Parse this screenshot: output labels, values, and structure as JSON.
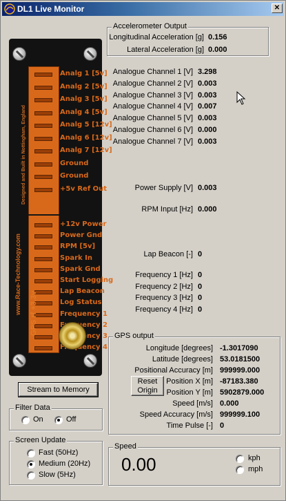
{
  "window": {
    "title": "DL1 Live Monitor",
    "close_label": "✕"
  },
  "board": {
    "pin_labels": [
      "Analg 1 [5v]",
      "Analg 2 [5v]",
      "Analg 3 [5v]",
      "Analg 4 [5v]",
      "Analg 5 [12v]",
      "Analg 6 [12v]",
      "Analg 7 [12v]",
      "Ground",
      "Ground",
      "+5v Ref Out",
      "+12v Power",
      "Power Gnd",
      "RPM [5v]",
      "Spark In",
      "Spark Gnd",
      "Start Logging",
      "Lap Beacon",
      "Log Status",
      "Frequency 1",
      "Frequency 2",
      "Frequency 3",
      "Frequency 4"
    ],
    "vertical_text_1": "www.Race-Technology.com",
    "vertical_text_2": "Designed and Built in Nottingham, England",
    "gps_label": "GPS rf +3.3v"
  },
  "accelerometer": {
    "legend": "Accelerometer Output",
    "longitudinal_label": "Longitudinal Acceleration [g]",
    "longitudinal_value": "0.156",
    "lateral_label": "Lateral Acceleration [g]",
    "lateral_value": "0.000"
  },
  "analogue": [
    {
      "label": "Analogue Channel 1 [V]",
      "value": "3.298"
    },
    {
      "label": "Analogue Channel 2 [V]",
      "value": "0.003"
    },
    {
      "label": "Analogue Channel 3 [V]",
      "value": "0.003"
    },
    {
      "label": "Analogue Channel 4 [V]",
      "value": "0.007"
    },
    {
      "label": "Analogue Channel 5 [V]",
      "value": "0.003"
    },
    {
      "label": "Analogue Channel 6 [V]",
      "value": "0.000"
    },
    {
      "label": "Analogue Channel 7 [V]",
      "value": "0.003"
    }
  ],
  "power_supply": {
    "label": "Power Supply [V]",
    "value": "0.003"
  },
  "rpm": {
    "label": "RPM Input [Hz]",
    "value": "0.000"
  },
  "lap_beacon": {
    "label": "Lap Beacon [-]",
    "value": "0"
  },
  "frequency": [
    {
      "label": "Frequency 1 [Hz]",
      "value": "0"
    },
    {
      "label": "Frequency 2 [Hz]",
      "value": "0"
    },
    {
      "label": "Frequency 3 [Hz]",
      "value": "0"
    },
    {
      "label": "Frequency 4 [Hz]",
      "value": "0"
    }
  ],
  "gps": {
    "legend": "GPS output",
    "longitude_label": "Longitude [degrees]",
    "longitude_value": "-1.3017090",
    "latitude_label": "Latitude [degrees]",
    "latitude_value": "53.0181500",
    "pos_accuracy_label": "Positional Accuracy [m]",
    "pos_accuracy_value": "999999.000",
    "reset_origin_label": "Reset Origin",
    "position_x_label": "Position X [m]",
    "position_x_value": "-87183.380",
    "position_y_label": "Position Y [m]",
    "position_y_value": "5902879.000",
    "speed_label": "Speed [m/s]",
    "speed_value": "0.000",
    "speed_accuracy_label": "Speed Accuracy [m/s]",
    "speed_accuracy_value": "999999.100",
    "time_pulse_label": "Time Pulse [-]",
    "time_pulse_value": "0"
  },
  "stream_button_label": "Stream to Memory",
  "filter": {
    "legend": "Filter Data",
    "on_label": "On",
    "off_label": "Off",
    "selected": "Off"
  },
  "screen_update": {
    "legend": "Screen Update",
    "options": [
      "Fast (50Hz)",
      "Medium (20Hz)",
      "Slow (5Hz)"
    ],
    "selected": "Medium (20Hz)"
  },
  "speed": {
    "legend": "Speed",
    "value": "0.00",
    "kph_label": "kph",
    "mph_label": "mph"
  }
}
